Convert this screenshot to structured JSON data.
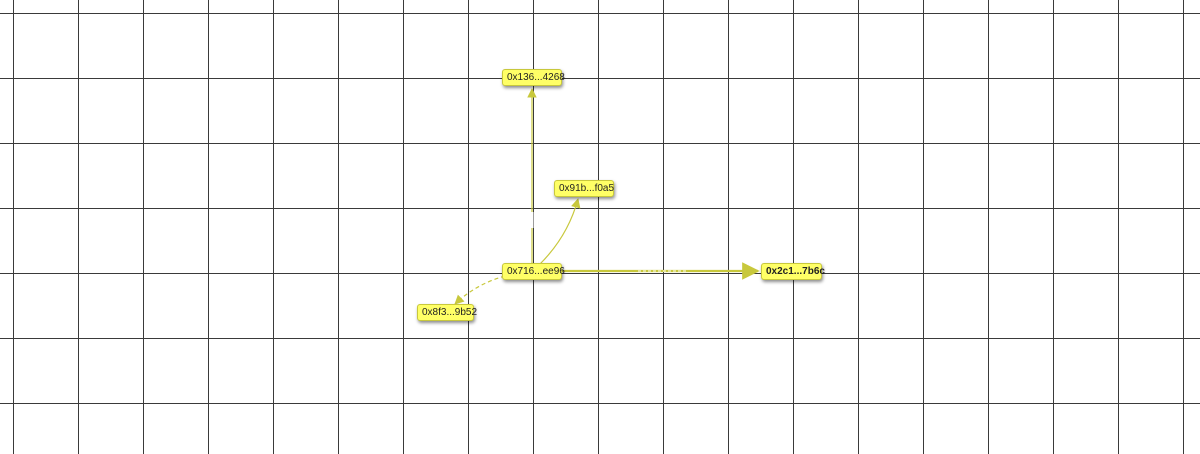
{
  "graph": {
    "edge_color": "#c8c83c",
    "node_fill": "#ffff66",
    "nodes": [
      {
        "id": "n0",
        "label": "0x716...ee96",
        "bold": false
      },
      {
        "id": "n1",
        "label": "0x136...4268",
        "bold": false
      },
      {
        "id": "n2",
        "label": "0x91b...f0a5",
        "bold": false
      },
      {
        "id": "n3",
        "label": "0x2c1...7b6c",
        "bold": true
      },
      {
        "id": "n4",
        "label": "0x8f3...9b52",
        "bold": false
      }
    ],
    "edges": [
      {
        "from": "n0",
        "to": "n1",
        "style": "solid"
      },
      {
        "from": "n0",
        "to": "n2",
        "style": "solid"
      },
      {
        "from": "n0",
        "to": "n3",
        "style": "solid"
      },
      {
        "from": "n0",
        "to": "n4",
        "style": "dashed"
      }
    ]
  }
}
